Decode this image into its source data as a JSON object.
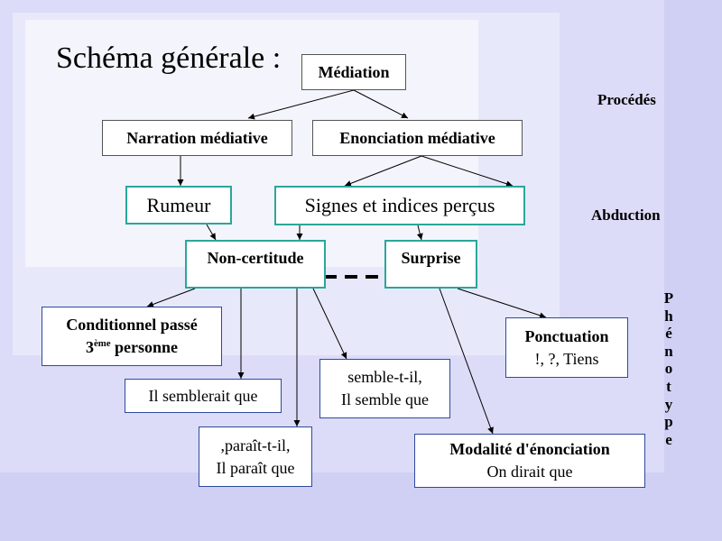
{
  "title": "Schéma générale :",
  "nodes": {
    "mediation": "Médiation",
    "narration": "Narration médiative",
    "enonciation": "Enonciation médiative",
    "rumeur": "Rumeur",
    "signes": "Signes et indices perçus",
    "non_certitude": "Non-certitude",
    "surprise": "Surprise",
    "conditionnel_line1": "Conditionnel passé",
    "conditionnel_ordinal": "3",
    "conditionnel_sup": "ème",
    "conditionnel_rest": " personne",
    "semblerait": "Il semblerait que",
    "paraitre_line1": ",paraît-t-il,",
    "paraitre_line2": "Il paraît que",
    "sembler_line1": "semble-t-il,",
    "sembler_line2": "Il semble que",
    "ponctuation_title": "Ponctuation",
    "ponctuation_marks": "!, ?, Tiens",
    "modalite_title": "Modalité d'énonciation",
    "modalite_example": "On dirait que"
  },
  "side_labels": {
    "procedes": "Procédés",
    "abduction": "Abduction",
    "phenotype": [
      "P",
      "h",
      "é",
      "n",
      "o",
      "t",
      "y",
      "p",
      "e"
    ]
  },
  "colors": {
    "background": "#d0d0f4",
    "teal_border": "#2aa79a",
    "blue_border": "#2e4a9a",
    "gray_border": "#555555"
  }
}
